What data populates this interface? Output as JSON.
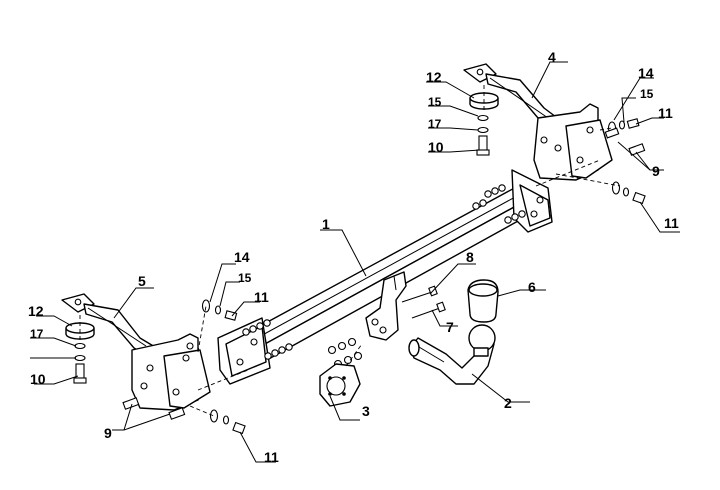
{
  "callouts": [
    {
      "id": "c1",
      "text": "1"
    },
    {
      "id": "c2",
      "text": "2"
    },
    {
      "id": "c3",
      "text": "3"
    },
    {
      "id": "c4",
      "text": "4"
    },
    {
      "id": "c5",
      "text": "5"
    },
    {
      "id": "c6",
      "text": "6"
    },
    {
      "id": "c7",
      "text": "7"
    },
    {
      "id": "c8",
      "text": "8"
    },
    {
      "id": "c9a",
      "text": "9"
    },
    {
      "id": "c9b",
      "text": "9"
    },
    {
      "id": "c10a",
      "text": "10"
    },
    {
      "id": "c10b",
      "text": "10"
    },
    {
      "id": "c11a",
      "text": "11"
    },
    {
      "id": "c11b",
      "text": "11"
    },
    {
      "id": "c11c",
      "text": "11"
    },
    {
      "id": "c11d",
      "text": "11"
    },
    {
      "id": "c12a",
      "text": "12"
    },
    {
      "id": "c12b",
      "text": "12"
    },
    {
      "id": "c14a",
      "text": "14"
    },
    {
      "id": "c14b",
      "text": "14"
    },
    {
      "id": "c15a",
      "text": "15"
    },
    {
      "id": "c15b",
      "text": "15"
    },
    {
      "id": "c15c",
      "text": "15"
    },
    {
      "id": "c17a",
      "text": "17"
    },
    {
      "id": "c17b",
      "text": "17"
    }
  ]
}
